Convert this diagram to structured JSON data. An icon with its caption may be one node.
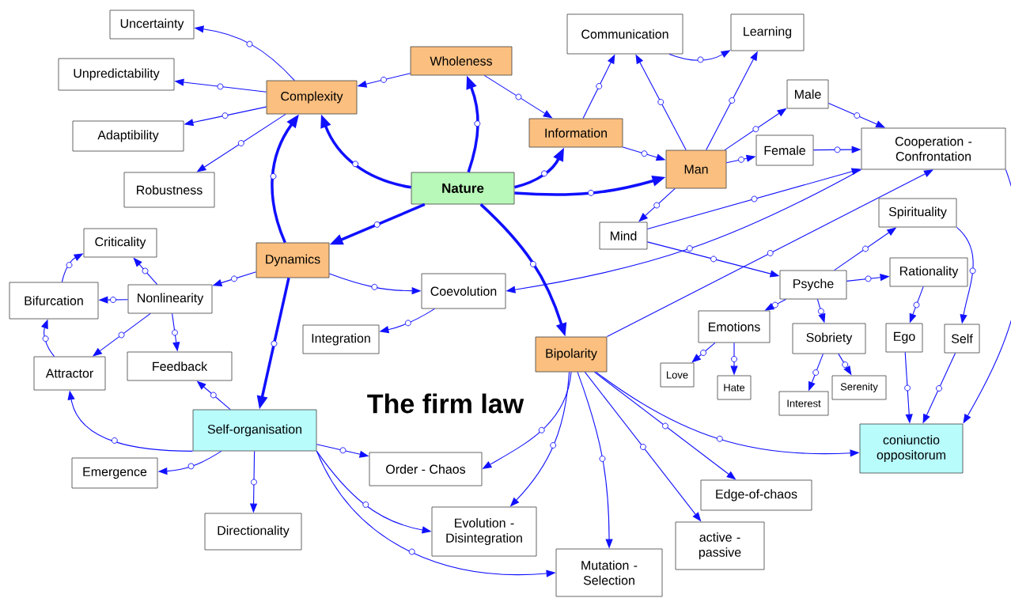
{
  "diagram": {
    "title": "The firm law",
    "nodes": [
      {
        "text": [
          "Nature"
        ]
      },
      {
        "text": [
          "Wholeness"
        ]
      },
      {
        "text": [
          "Complexity"
        ]
      },
      {
        "text": [
          "Information"
        ]
      },
      {
        "text": [
          "Man"
        ]
      },
      {
        "text": [
          "Uncertainty"
        ]
      },
      {
        "text": [
          "Unpredictability"
        ]
      },
      {
        "text": [
          "Adaptibility"
        ]
      },
      {
        "text": [
          "Robustness"
        ]
      },
      {
        "text": [
          "Communication"
        ]
      },
      {
        "text": [
          "Learning"
        ]
      },
      {
        "text": [
          "Male"
        ]
      },
      {
        "text": [
          "Female"
        ]
      },
      {
        "text": [
          "Cooperation - Confrontation"
        ]
      },
      {
        "text": [
          "Mind"
        ]
      },
      {
        "text": [
          "Spirituality"
        ]
      },
      {
        "text": [
          "Psyche"
        ]
      },
      {
        "text": [
          "Rationality"
        ]
      },
      {
        "text": [
          "Dynamics"
        ]
      },
      {
        "text": [
          "Criticality"
        ]
      },
      {
        "text": [
          "Nonlinearity"
        ]
      },
      {
        "text": [
          "Bifurcation"
        ]
      },
      {
        "text": [
          "Coevolution"
        ]
      },
      {
        "text": [
          "Integration"
        ]
      },
      {
        "text": [
          "Attractor"
        ]
      },
      {
        "text": [
          "Feedback"
        ]
      },
      {
        "text": [
          "Emotions"
        ]
      },
      {
        "text": [
          "Sobriety"
        ]
      },
      {
        "text": [
          "Ego"
        ]
      },
      {
        "text": [
          "Self"
        ]
      },
      {
        "text": [
          "Bipolarity"
        ]
      },
      {
        "text": [
          "Love"
        ]
      },
      {
        "text": [
          "Hate"
        ]
      },
      {
        "text": [
          "Interest"
        ]
      },
      {
        "text": [
          "Serenity"
        ]
      },
      {
        "text": [
          "Self-organisation"
        ]
      },
      {
        "text": [
          "coniunctio oppositorum"
        ]
      },
      {
        "text": [
          "Emergence"
        ]
      },
      {
        "text": [
          "Order - Chaos"
        ]
      },
      {
        "text": [
          "Directionality"
        ]
      },
      {
        "text": [
          "Evolution - Disintegration"
        ]
      },
      {
        "text": [
          "Edge-of-chaos"
        ]
      },
      {
        "text": [
          "active - passive"
        ]
      },
      {
        "text": [
          "Mutation - Selection"
        ]
      }
    ],
    "edges": [
      {
        "from": 0,
        "to": 2,
        "arrow": "to",
        "style": "thick"
      },
      {
        "from": 0,
        "to": 1,
        "arrow": "to",
        "style": "thick"
      },
      {
        "from": 0,
        "to": 3,
        "arrow": "to",
        "style": "thick"
      },
      {
        "from": 0,
        "to": 4,
        "arrow": "to",
        "style": "thick"
      },
      {
        "from": 0,
        "to": 18,
        "arrow": "to",
        "style": "thick"
      },
      {
        "from": 0,
        "to": 30,
        "arrow": "to",
        "style": "thick"
      },
      {
        "from": 1,
        "to": 2,
        "arrow": "to"
      },
      {
        "from": 1,
        "to": 3,
        "arrow": "to"
      },
      {
        "from": 2,
        "to": 5,
        "arrow": "to"
      },
      {
        "from": 2,
        "to": 6,
        "arrow": "to"
      },
      {
        "from": 2,
        "to": 7,
        "arrow": "to"
      },
      {
        "from": 2,
        "to": 8,
        "arrow": "to"
      },
      {
        "from": 18,
        "to": 2,
        "arrow": "to",
        "style": "thick"
      },
      {
        "from": 18,
        "to": 35,
        "arrow": "to",
        "style": "thick"
      },
      {
        "from": 18,
        "to": 20,
        "arrow": "to"
      },
      {
        "from": 18,
        "to": 22,
        "arrow": "to"
      },
      {
        "from": 3,
        "to": 9,
        "arrow": "to"
      },
      {
        "from": 3,
        "to": 4,
        "arrow": "to"
      },
      {
        "from": 4,
        "to": 9,
        "arrow": "to"
      },
      {
        "from": 4,
        "to": 10,
        "arrow": "to"
      },
      {
        "from": 9,
        "to": 10,
        "arrow": "to"
      },
      {
        "from": 4,
        "to": 11,
        "arrow": "to"
      },
      {
        "from": 4,
        "to": 12,
        "arrow": "to"
      },
      {
        "from": 4,
        "to": 14,
        "arrow": "to"
      },
      {
        "from": 11,
        "to": 13,
        "arrow": "to"
      },
      {
        "from": 12,
        "to": 13,
        "arrow": "to"
      },
      {
        "from": 14,
        "to": 13,
        "arrow": "to"
      },
      {
        "from": 14,
        "to": 16,
        "arrow": "to"
      },
      {
        "from": 13,
        "to": 22,
        "arrow": "to"
      },
      {
        "from": 13,
        "to": 36,
        "arrow": "to"
      },
      {
        "from": 16,
        "to": 15,
        "arrow": "to"
      },
      {
        "from": 16,
        "to": 17,
        "arrow": "to"
      },
      {
        "from": 16,
        "to": 26,
        "arrow": "to"
      },
      {
        "from": 16,
        "to": 27,
        "arrow": "to"
      },
      {
        "from": 15,
        "to": 29,
        "arrow": "to"
      },
      {
        "from": 17,
        "to": 28,
        "arrow": "to"
      },
      {
        "from": 28,
        "to": 36,
        "arrow": "to"
      },
      {
        "from": 29,
        "to": 36,
        "arrow": "to"
      },
      {
        "from": 26,
        "to": 31,
        "arrow": "to"
      },
      {
        "from": 26,
        "to": 32,
        "arrow": "to"
      },
      {
        "from": 27,
        "to": 33,
        "arrow": "to"
      },
      {
        "from": 27,
        "to": 34,
        "arrow": "to"
      },
      {
        "from": 20,
        "to": 19,
        "arrow": "to"
      },
      {
        "from": 20,
        "to": 21,
        "arrow": "to"
      },
      {
        "from": 20,
        "to": 24,
        "arrow": "to"
      },
      {
        "from": 20,
        "to": 25,
        "arrow": "to"
      },
      {
        "from": 21,
        "to": 19,
        "arrow": "to"
      },
      {
        "from": 24,
        "to": 21,
        "arrow": "to"
      },
      {
        "from": 35,
        "to": 25,
        "arrow": "to"
      },
      {
        "from": 35,
        "to": 24,
        "arrow": "to"
      },
      {
        "from": 35,
        "to": 37,
        "arrow": "to"
      },
      {
        "from": 35,
        "to": 39,
        "arrow": "to"
      },
      {
        "from": 35,
        "to": 38,
        "arrow": "to"
      },
      {
        "from": 35,
        "to": 40,
        "arrow": "to"
      },
      {
        "from": 35,
        "to": 43,
        "arrow": "to"
      },
      {
        "from": 22,
        "to": 23,
        "arrow": "to"
      },
      {
        "from": 30,
        "to": 38,
        "arrow": "to"
      },
      {
        "from": 30,
        "to": 40,
        "arrow": "to"
      },
      {
        "from": 30,
        "to": 43,
        "arrow": "to"
      },
      {
        "from": 30,
        "to": 42,
        "arrow": "to"
      },
      {
        "from": 30,
        "to": 41,
        "arrow": "to"
      },
      {
        "from": 30,
        "to": 36,
        "arrow": "to"
      },
      {
        "from": 30,
        "to": 13,
        "arrow": "to"
      }
    ]
  }
}
